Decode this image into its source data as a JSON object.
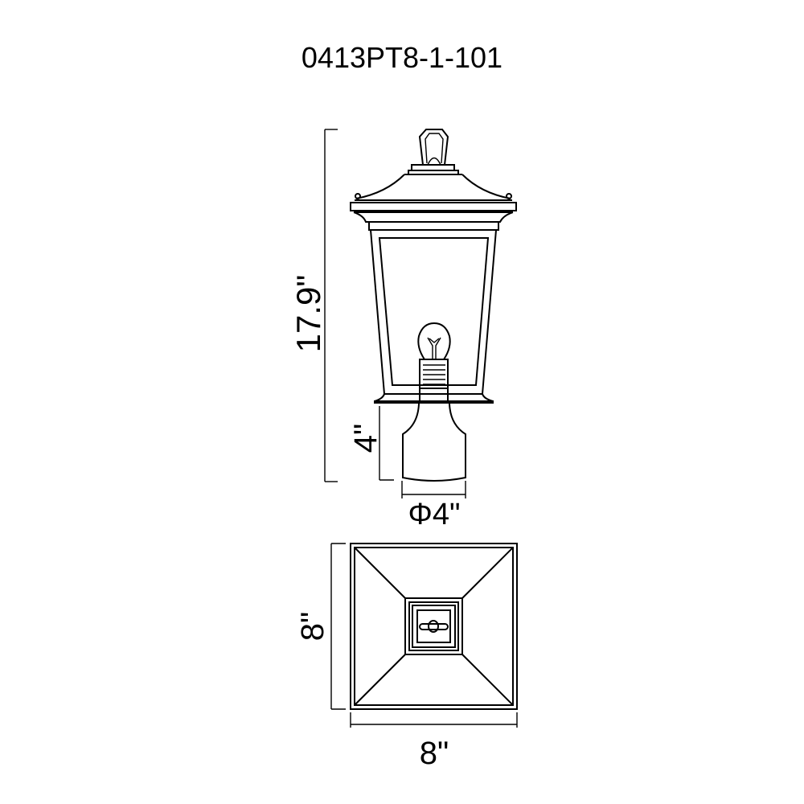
{
  "title": "0413PT8-1-101",
  "dimensions": {
    "height_total": "17.9\"",
    "post_height": "4\"",
    "post_diameter": "Φ4\"",
    "base_depth": "8\"",
    "base_width": "8\""
  },
  "colors": {
    "line": "#000000",
    "background": "#ffffff"
  }
}
